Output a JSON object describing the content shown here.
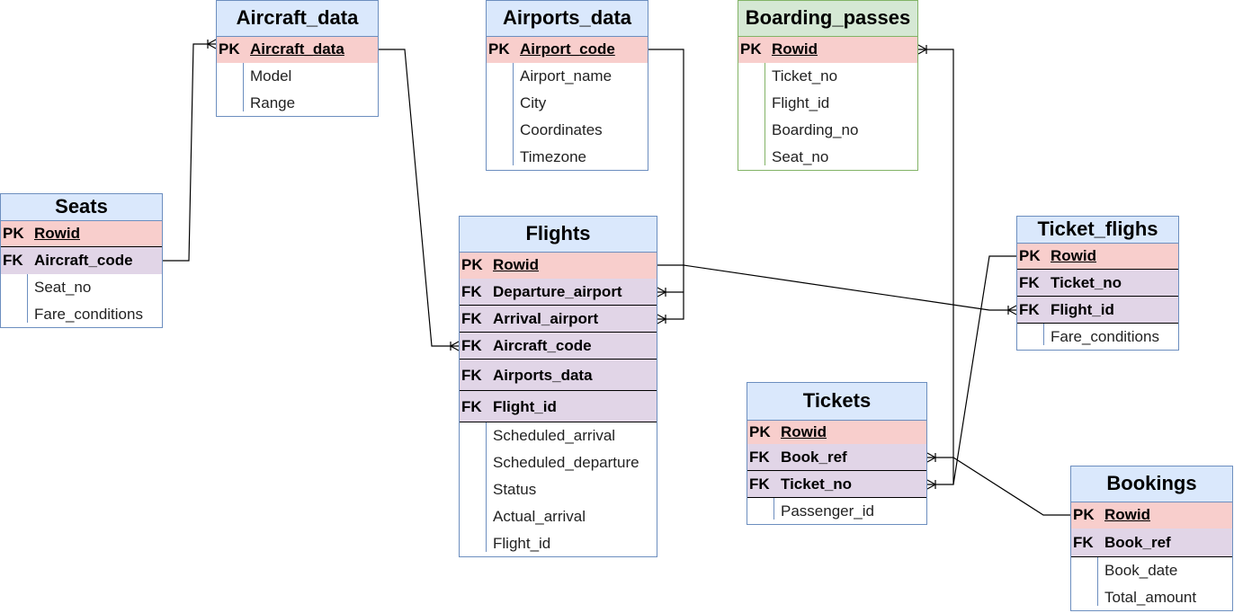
{
  "colors": {
    "blue_fill": "#dae8fc",
    "blue_stroke": "#6c8ebf",
    "green_fill": "#d5e8d4",
    "green_stroke": "#82b366",
    "pk_fill": "#f8cecc",
    "fk_fill": "#e1d5e7",
    "edge": "#000000"
  },
  "entities": [
    {
      "id": "aircraft_data",
      "title": "Aircraft_data",
      "theme": "blue",
      "rows": [
        {
          "key": "PK",
          "name": "Aircraft_data",
          "kind": "pk"
        },
        {
          "key": "",
          "name": "Model",
          "kind": "attr"
        },
        {
          "key": "",
          "name": "Range",
          "kind": "attr"
        }
      ]
    },
    {
      "id": "airports_data",
      "title": "Airports_data",
      "theme": "blue",
      "rows": [
        {
          "key": "PK",
          "name": "Airport_code",
          "kind": "pk"
        },
        {
          "key": "",
          "name": "Airport_name",
          "kind": "attr"
        },
        {
          "key": "",
          "name": "City",
          "kind": "attr"
        },
        {
          "key": "",
          "name": "Coordinates",
          "kind": "attr"
        },
        {
          "key": "",
          "name": "Timezone",
          "kind": "attr"
        }
      ]
    },
    {
      "id": "boarding_passes",
      "title": "Boarding_passes",
      "theme": "green",
      "rows": [
        {
          "key": "PK",
          "name": "Rowid",
          "kind": "pk"
        },
        {
          "key": "",
          "name": "Ticket_no",
          "kind": "attr"
        },
        {
          "key": "",
          "name": "Flight_id",
          "kind": "attr"
        },
        {
          "key": "",
          "name": "Boarding_no",
          "kind": "attr"
        },
        {
          "key": "",
          "name": "Seat_no",
          "kind": "attr"
        }
      ]
    },
    {
      "id": "seats",
      "title": "Seats",
      "theme": "blue",
      "rows": [
        {
          "key": "PK",
          "name": "Rowid",
          "kind": "pk"
        },
        {
          "key": "FK",
          "name": "Aircraft_code",
          "kind": "fk"
        },
        {
          "key": "",
          "name": "Seat_no",
          "kind": "attr"
        },
        {
          "key": "",
          "name": "Fare_conditions",
          "kind": "attr"
        }
      ]
    },
    {
      "id": "flights",
      "title": "Flights",
      "theme": "blue",
      "rows": [
        {
          "key": "PK",
          "name": "Rowid",
          "kind": "pk"
        },
        {
          "key": "FK",
          "name": "Departure_airport",
          "kind": "fk"
        },
        {
          "key": "FK",
          "name": "Arrival_airport",
          "kind": "fk"
        },
        {
          "key": "FK",
          "name": "Aircraft_code",
          "kind": "fk"
        },
        {
          "key": "FK",
          "name": "Airports_data",
          "kind": "fk"
        },
        {
          "key": "FK",
          "name": "Flight_id",
          "kind": "fk"
        },
        {
          "key": "",
          "name": "Scheduled_arrival",
          "kind": "attr"
        },
        {
          "key": "",
          "name": "Scheduled_departure",
          "kind": "attr"
        },
        {
          "key": "",
          "name": "Status",
          "kind": "attr"
        },
        {
          "key": "",
          "name": "Actual_arrival",
          "kind": "attr"
        },
        {
          "key": "",
          "name": "Flight_id",
          "kind": "attr"
        }
      ]
    },
    {
      "id": "ticket_flighs",
      "title": "Ticket_flighs",
      "theme": "blue",
      "rows": [
        {
          "key": "PK",
          "name": "Rowid",
          "kind": "pk"
        },
        {
          "key": "FK",
          "name": "Ticket_no",
          "kind": "fk"
        },
        {
          "key": "FK",
          "name": "Flight_id",
          "kind": "fk"
        },
        {
          "key": "",
          "name": "Fare_conditions",
          "kind": "attr"
        }
      ]
    },
    {
      "id": "tickets",
      "title": "Tickets",
      "theme": "blue",
      "rows": [
        {
          "key": "PK",
          "name": "Rowid",
          "kind": "pk"
        },
        {
          "key": "FK",
          "name": "Book_ref",
          "kind": "fk"
        },
        {
          "key": "FK",
          "name": "Ticket_no",
          "kind": "fk"
        },
        {
          "key": "",
          "name": "Passenger_id",
          "kind": "attr"
        }
      ]
    },
    {
      "id": "bookings",
      "title": "Bookings",
      "theme": "blue",
      "rows": [
        {
          "key": "PK",
          "name": "Rowid",
          "kind": "pk"
        },
        {
          "key": "FK",
          "name": "Book_ref",
          "kind": "fk"
        },
        {
          "key": "",
          "name": "Book_date",
          "kind": "attr"
        },
        {
          "key": "",
          "name": "Total_amount",
          "kind": "attr"
        }
      ]
    }
  ],
  "relationships": [
    {
      "id": "seats-aircraft",
      "from": "seats.Aircraft_code",
      "to": "aircraft_data.Aircraft_data",
      "notation": "one-to-many"
    },
    {
      "id": "aircraft-flights",
      "from": "aircraft_data.Aircraft_data",
      "to": "flights.Aircraft_code",
      "notation": "one-to-many"
    },
    {
      "id": "airports-departure",
      "from": "airports_data.Airport_code",
      "to": "flights.Departure_airport",
      "notation": "one-to-many"
    },
    {
      "id": "airports-arrival",
      "from": "airports_data.Airport_code",
      "to": "flights.Arrival_airport",
      "notation": "one-to-many"
    },
    {
      "id": "flights-ticketflights",
      "from": "flights.Rowid",
      "to": "ticket_flighs.Flight_id",
      "notation": "one-to-many"
    },
    {
      "id": "tickets-boarding",
      "from": "tickets.Ticket_no",
      "to": "boarding_passes.Rowid",
      "notation": "one-to-many"
    },
    {
      "id": "tickets-ticketflights",
      "from": "tickets.Ticket_no",
      "to": "ticket_flighs.Rowid",
      "notation": "one-to-many"
    },
    {
      "id": "bookings-tickets",
      "from": "bookings.Rowid",
      "to": "tickets.Book_ref",
      "notation": "one-to-many"
    }
  ]
}
